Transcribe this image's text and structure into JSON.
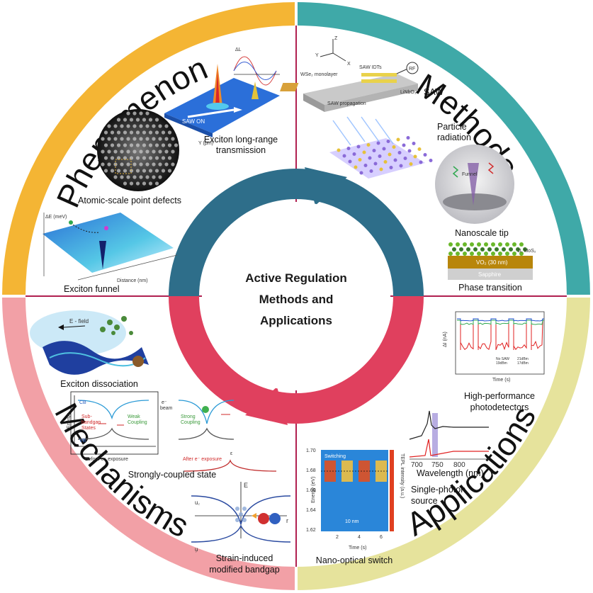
{
  "center": {
    "line1": "Active Regulation",
    "line2": "Methods and",
    "line3": "Applications"
  },
  "sectors": {
    "phenomenon": {
      "title": "Phenomenon",
      "color": "#F4B534",
      "labels": {
        "exciton_transmission_1": "Exciton long-range",
        "exciton_transmission_2": "transmission",
        "saw_on": "SAW ON",
        "y_axis": "Y (μm)",
        "delta_l": "ΔL",
        "point_defects": "Atomic-scale point defects",
        "funnel": "Exciton funnel",
        "delta_e": "ΔE (meV)",
        "distance_nm": "Distance (nm)"
      }
    },
    "methods": {
      "title": "Methods",
      "color": "#3FA9A8",
      "labels": {
        "saw": "SAW",
        "wse2": "WSe₂ monolayer",
        "saw_idts": "SAW IDTs",
        "rf": "RF",
        "linbo3": "LiNbO₃",
        "saw_propagation": "SAW propagation",
        "axis_z": "Z",
        "axis_y": "Y",
        "axis_x": "X",
        "particle_1": "Particle",
        "particle_2": "radiation",
        "nanoscale_tip": "Nanoscale tip",
        "funnel": "Funnel",
        "mos2": "1L MoS₂",
        "vo2": "VO₂ (30 nm)",
        "sapphire": "Sapphire",
        "phase_transition": "Phase transition"
      }
    },
    "applications": {
      "title": "Applications",
      "color": "#E6E39C",
      "labels": {
        "photodetectors_1": "High-performance",
        "photodetectors_2": "photodetectors",
        "di_axis": "ΔI (nA)",
        "time_axis": "Time (s)",
        "legend_no_saw": "No SAW",
        "legend_1": "19dBm",
        "legend_2": "21dBm",
        "legend_3": "17dBm",
        "wavelength": "Wavelength (nm)",
        "single_photon_1": "Single-photon",
        "single_photon_2": "source",
        "nano_switch": "Nano-optical switch",
        "switching": "Switching",
        "energy_ev": "Energy (eV)",
        "time_s": "Time (s)",
        "ten_nm": "10 nm",
        "tepl": "TEPL intensity (a.u.)"
      },
      "ticks": {
        "wl": [
          "700",
          "750",
          "800"
        ],
        "energy": [
          "1.70",
          "1.68",
          "1.66",
          "1.64",
          "1.62"
        ],
        "time": [
          "2",
          "4",
          "6"
        ]
      }
    },
    "mechanisms": {
      "title": "Mechanisms",
      "color": "#F2A0A6",
      "labels": {
        "dissociation": "Exciton dissociation",
        "e_field": "E - field",
        "strongly_coupled": "Strongly-coupled state",
        "cb": "CB",
        "vb": "VB",
        "energy": "Energy",
        "sub_1": "Sub-",
        "sub_2": "bandgap",
        "sub_3": "States",
        "weak_1": "Weak",
        "weak_2": "Coupling",
        "strong_1": "Strong",
        "strong_2": "Coupling",
        "beam_1": "e⁻",
        "beam_2": "beam",
        "before": "Before e⁻ exposure",
        "after": "After e⁻ exposure",
        "strain_1": "Strain-induced",
        "strain_2": "modified bandgap",
        "uc": "u꜀",
        "uv": "u᷊",
        "e_axis": "E",
        "r_axis": "r",
        "eps": "ε"
      }
    }
  },
  "ring": {
    "dark_teal": "#2E6E8A",
    "red": "#E0405E",
    "divider": "#B02050"
  }
}
